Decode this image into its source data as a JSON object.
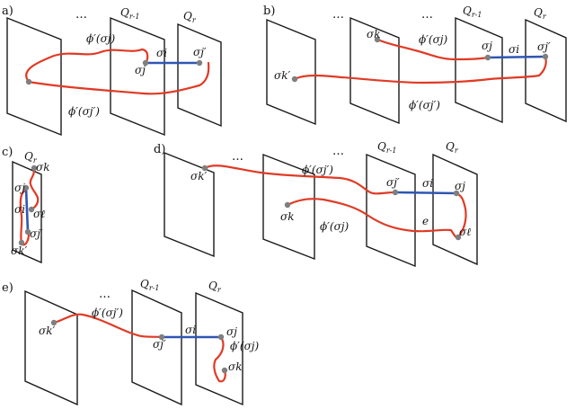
{
  "panels": {
    "a": {
      "tag": "a)",
      "labels": {
        "dots": "…",
        "qr1": "Q",
        "qr1_sub": "r-1",
        "qr": "Q",
        "qr_sub": "r",
        "phi_top": "ϕ′(σj)",
        "sigma_i": "σi",
        "sigma_j": "σj",
        "sigma_jp": "σj′",
        "phi_bottom": "ϕ′(σj′)"
      }
    },
    "b": {
      "tag": "b)",
      "labels": {
        "dots1": "…",
        "dots2": "…",
        "qr1": "Q",
        "qr1_sub": "r-1",
        "qr": "Q",
        "qr_sub": "r",
        "sigma_k": "σk",
        "phi_top": "ϕ′(σj)",
        "sigma_j": "σj",
        "sigma_i": "σi",
        "sigma_jp": "σj′",
        "sigma_kp": "σk′",
        "phi_bottom": "ϕ′(σj′)"
      }
    },
    "c": {
      "tag": "c)",
      "labels": {
        "qr": "Q",
        "qr_sub": "r",
        "sigma_k": "σk",
        "sigma_j": "σj",
        "sigma_i": "σi",
        "sigma_l": "σℓ",
        "sigma_jp": "σj′",
        "sigma_kp": "σk′"
      }
    },
    "d": {
      "tag": "d)",
      "labels": {
        "dots1": "…",
        "dots2": "…",
        "qr1": "Q",
        "qr1_sub": "r-1",
        "qr": "Q",
        "qr_sub": "r",
        "sigma_kp": "σk′",
        "phi_top": "ϕ′(σj′)",
        "sigma_jp": "σj′",
        "sigma_i": "σi",
        "sigma_j": "σj",
        "sigma_k": "σk",
        "e": "e",
        "phi_bottom": "ϕ′(σj)",
        "sigma_l": "σℓ"
      }
    },
    "e": {
      "tag": "e)",
      "labels": {
        "dots": "…",
        "qr1": "Q",
        "qr1_sub": "r-1",
        "qr": "Q",
        "qr_sub": "r",
        "sigma_kp": "σk′",
        "phi_top": "ϕ′(σj′)",
        "sigma_jp": "σj′",
        "sigma_i": "σi",
        "sigma_j": "σj",
        "phi_right": "ϕ′(σj)",
        "sigma_k": "σk"
      }
    }
  },
  "colors": {
    "curve": "#e03a25",
    "edge": "#2f56b3",
    "node": "#7f7f7f",
    "plane": "#1a1a1a"
  }
}
